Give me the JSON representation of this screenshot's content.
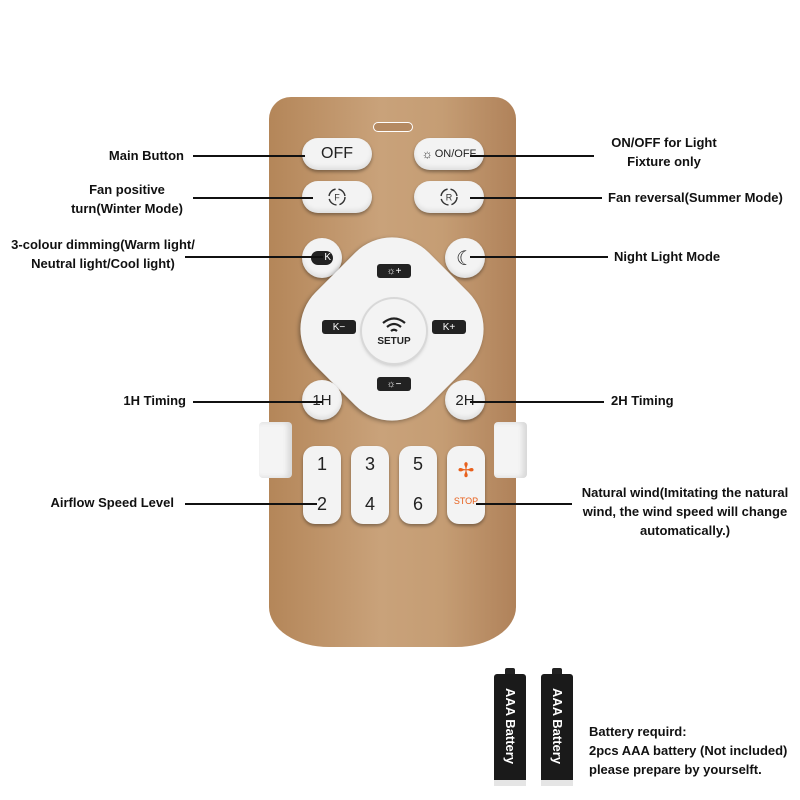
{
  "callouts": {
    "main_button": "Main Button",
    "fan_positive_1": "Fan positive",
    "fan_positive_2": "turn(Winter Mode)",
    "dimming_1": "3-colour dimming(Warm light/",
    "dimming_2": "Neutral light/Cool light)",
    "timing_1h": "1H Timing",
    "airflow": "Airflow Speed Level",
    "light_onoff_1": "ON/OFF for Light",
    "light_onoff_2": "Fixture only",
    "fan_reversal": "Fan reversal(Summer Mode)",
    "night_light": "Night Light Mode",
    "timing_2h": "2H Timing",
    "natural_wind_1": "Natural wind(Imitating the natural",
    "natural_wind_2": "wind, the wind speed will change",
    "natural_wind_3": "automatically.)"
  },
  "remote": {
    "off_label": "OFF",
    "light_onoff_label": "ON/OFF",
    "fan_f_label": "F",
    "fan_r_label": "R",
    "setup_label": "SETUP",
    "h1_label": "1H",
    "h2_label": "2H",
    "speed_left": [
      "1",
      "2"
    ],
    "speed_mid1": [
      "3",
      "4"
    ],
    "speed_mid2": [
      "5",
      "6"
    ],
    "stop_label": "STOP",
    "stop_color": "#e8601c",
    "body_color": "#c49a70"
  },
  "batteries": {
    "label": "AAA Battery",
    "note_1": "Battery requird:",
    "note_2": "2pcs AAA battery (Not included)",
    "note_3": "please prepare by yourselft."
  }
}
